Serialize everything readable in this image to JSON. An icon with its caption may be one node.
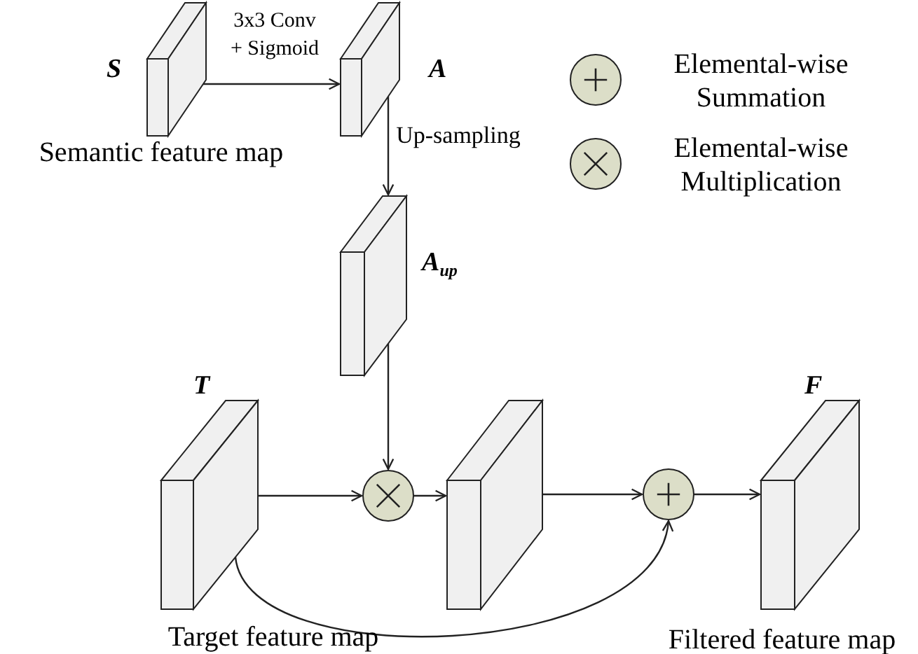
{
  "diagram": {
    "nodes": [
      {
        "text": [
          "S"
        ],
        "beside": [
          "Semantic feature map"
        ]
      },
      {
        "text": [
          "A"
        ]
      },
      {
        "text": [
          "A$_{up}$"
        ]
      },
      {
        "text": [
          "T"
        ],
        "beside": [
          "Target feature map"
        ]
      },
      {
        "text": [],
        "shape": "circle"
      },
      {
        "text": [],
        "shape": "box"
      },
      {
        "text": [],
        "shape": "circle"
      },
      {
        "text": [
          "F"
        ],
        "beside": [
          "Filtered feature map"
        ]
      }
    ],
    "edges": [
      {
        "from": 0,
        "to": 1,
        "arrow": "to",
        "label": "3x3 Conv + Sigmoid"
      },
      {
        "from": 1,
        "to": 2,
        "arrow": "to",
        "label": "Up-sampling"
      },
      {
        "from": 2,
        "to": 4,
        "arrow": "to"
      },
      {
        "from": 3,
        "to": 4,
        "arrow": "to"
      },
      {
        "from": 4,
        "to": 5,
        "arrow": "to"
      },
      {
        "from": 5,
        "to": 6,
        "arrow": "to"
      },
      {
        "from": 6,
        "to": 7,
        "arrow": "to"
      },
      {
        "from": 3,
        "to": 6,
        "arrow": "to"
      }
    ],
    "legend": [
      {
        "text": "Elemental-wise Summation"
      },
      {
        "text": "Elemental-wise Multiplication"
      }
    ]
  }
}
